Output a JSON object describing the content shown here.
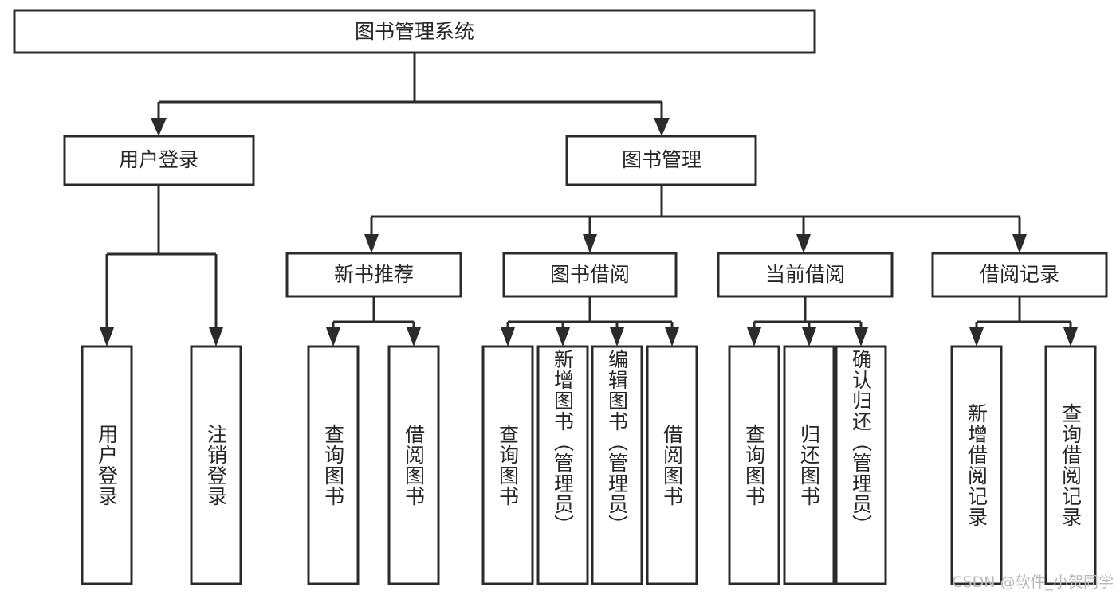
{
  "diagram": {
    "title": "图书管理系统",
    "type": "tree-hierarchy-chart",
    "orientation": "top-down",
    "colors": {
      "box_fill": "#ffffff",
      "box_stroke": "#2b2b2b",
      "text": "#262626",
      "connector": "#2b2b2b",
      "background": "#ffffff",
      "watermark": "#b9b9b9"
    },
    "root": {
      "label": "图书管理系统"
    },
    "level2": [
      {
        "label": "用户登录"
      },
      {
        "label": "图书管理"
      }
    ],
    "level3": [
      {
        "label": "新书推荐"
      },
      {
        "label": "图书借阅"
      },
      {
        "label": "当前借阅"
      },
      {
        "label": "借阅记录"
      }
    ],
    "leaves": {
      "user_login": [
        {
          "label": "用户登录"
        },
        {
          "label": "注销登录"
        }
      ],
      "new_book_recommend": [
        {
          "label": "查询图书"
        },
        {
          "label": "借阅图书"
        }
      ],
      "book_borrow": [
        {
          "label": "查询图书"
        },
        {
          "label": "新增图书（管理员）"
        },
        {
          "label": "编辑图书（管理员）"
        },
        {
          "label": "借阅图书"
        }
      ],
      "current_borrow": [
        {
          "label": "查询图书"
        },
        {
          "label": "归还图书"
        },
        {
          "label": "确认归还（管理员）"
        }
      ],
      "borrow_record": [
        {
          "label": "新增借阅记录"
        },
        {
          "label": "查询借阅记录"
        }
      ]
    }
  },
  "watermark": {
    "text": "CSDN @软件_小贺同学"
  }
}
